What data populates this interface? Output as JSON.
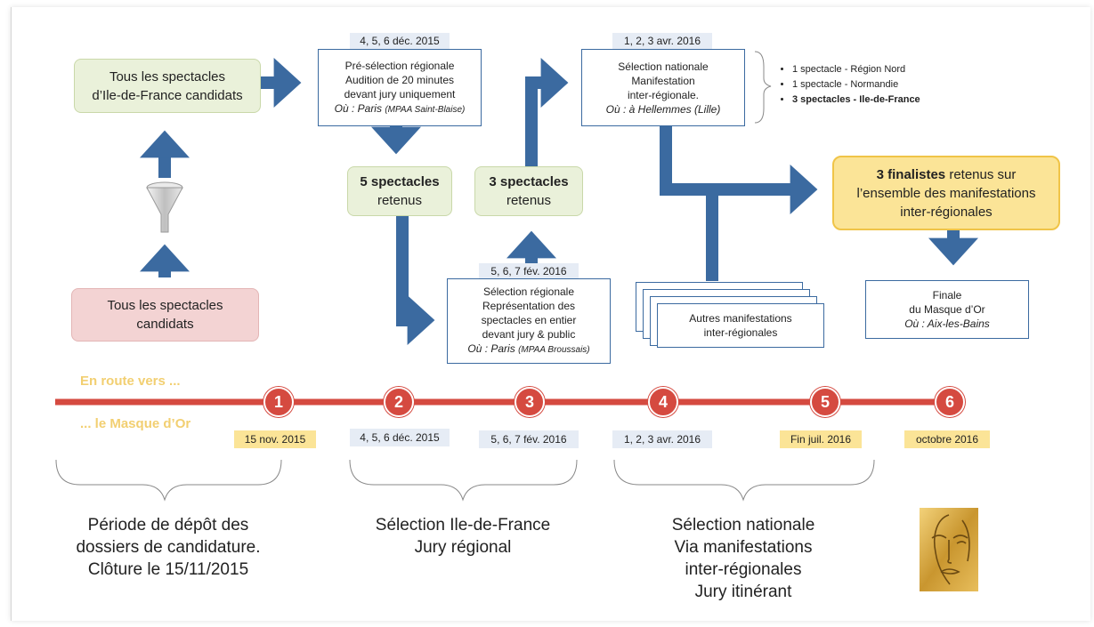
{
  "boxes": {
    "tous_idf": {
      "l1": "Tous les spectacles",
      "l2": "d’Ile-de-France candidats"
    },
    "tous_candidats": {
      "l1": "Tous les spectacles",
      "l2": "candidats"
    },
    "presel": {
      "date": "4, 5, 6 déc. 2015",
      "l1": "Pré-sélection régionale",
      "l2": "Audition de 20 minutes",
      "l3": "devant jury uniquement",
      "where": "Où : Paris",
      "place": "(MPAA Saint-Blaise)"
    },
    "retenus5": {
      "bold": "5 spectacles",
      "rest": "retenus"
    },
    "retenus3": {
      "bold": "3 spectacles",
      "rest": "retenus"
    },
    "selreg": {
      "date": "5, 6, 7 fév. 2016",
      "l1": "Sélection régionale",
      "l2": "Représentation des",
      "l3": "spectacles en entier",
      "l4": "devant jury & public",
      "where": "Où : Paris",
      "place": "(MPAA Broussais)"
    },
    "selnat": {
      "date": "1, 2, 3 avr. 2016",
      "l1": "Sélection nationale",
      "l2": "Manifestation",
      "l3": "inter-régionale.",
      "where": "Où : à Hellemmes (Lille)"
    },
    "bullets": [
      "1 spectacle - Région Nord",
      "1 spectacle - Normandie",
      "3 spectacles - Ile-de-France"
    ],
    "autres": {
      "l1": "Autres manifestations",
      "l2": "inter-régionales"
    },
    "finalistes": {
      "bold": "3 finalistes",
      "rest1": " retenus sur",
      "l2": "l’ensemble des manifestations",
      "l3": "inter-régionales"
    },
    "finale": {
      "l1": "Finale",
      "l2": "du Masque d’Or",
      "where": "Où : Aix-les-Bains"
    }
  },
  "timeline": {
    "route1": "En route vers ...",
    "route2": "... le Masque d’Or",
    "steps": [
      "1",
      "2",
      "3",
      "4",
      "5",
      "6"
    ],
    "dates": [
      "15 nov. 2015",
      "4, 5, 6 déc. 2015",
      "5, 6, 7 fév. 2016",
      "1, 2, 3 avr. 2016",
      "Fin juil. 2016",
      "octobre 2016"
    ]
  },
  "periods": {
    "p1": [
      "Période de dépôt des",
      "dossiers de candidature.",
      "Clôture le 15/11/2015"
    ],
    "p2": [
      "Sélection Ile-de-France",
      "Jury régional"
    ],
    "p3": [
      "Sélection nationale",
      "Via manifestations",
      "inter-régionales",
      "Jury itinérant"
    ]
  },
  "colors": {
    "arrow": "#3b6aa0",
    "timeline": "#d54a40",
    "accent_yellow": "#fbe497",
    "route_text": "#f2cf71"
  },
  "icons": [
    "funnel-icon",
    "masque-dor-logo"
  ]
}
